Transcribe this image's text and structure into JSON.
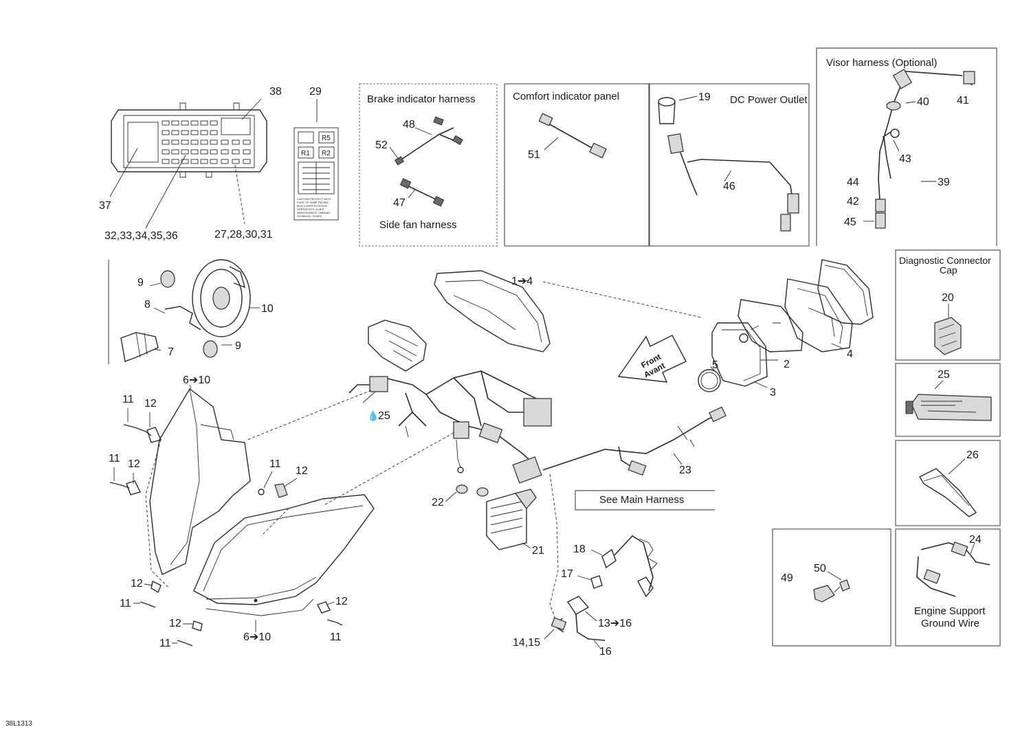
{
  "captions": {
    "brake_indicator_harness": "Brake indicator harness",
    "side_fan_harness": "Side fan harness",
    "comfort_indicator_panel": "Comfort indicator panel",
    "dc_power_outlet": "DC Power Outlet",
    "visor_harness": "Visor harness (Optional)",
    "diagnostic_cap_line1": "Diagnostic Connector",
    "diagnostic_cap_line2": "Cap",
    "see_main_harness": "See Main Harness",
    "engine_ground_line1": "Engine Support",
    "engine_ground_line2": "Ground Wire",
    "front_line1": "Front",
    "front_line2": "Avant",
    "drawing_id": "38L1313"
  },
  "callouts": {
    "c38": "38",
    "c29": "29",
    "c37": "37",
    "c3236": "32,33,34,35,36",
    "c2731": "27,28,30,31",
    "c48": "48",
    "c52": "52",
    "c47": "47",
    "c51": "51",
    "c19": "19",
    "c46": "46",
    "c40": "40",
    "c41": "41",
    "c43": "43",
    "c44": "44",
    "c42": "42",
    "c45": "45",
    "c39": "39",
    "c20": "20",
    "c25b": "25",
    "c26": "26",
    "c24": "24",
    "c49": "49",
    "c50": "50",
    "c9a": "9",
    "c8": "8",
    "c10": "10",
    "c7": "7",
    "c9b": "9",
    "c610a": "6➔10",
    "c11a": "11",
    "c12a": "12",
    "c11b": "11",
    "c12b": "12",
    "c11c": "11",
    "c12c": "12",
    "c12d": "12",
    "c11d": "11",
    "c12e": "12",
    "c11e": "11",
    "c12f": "12",
    "c11f": "11",
    "c610b": "6➔10",
    "c14": "1➔4",
    "c25a": "25",
    "c5": "5",
    "c2": "2",
    "c3": "3",
    "c4": "4",
    "c22": "22",
    "c21": "21",
    "c23": "23",
    "c18": "18",
    "c17": "17",
    "c1316": "13➔16",
    "c1415": "14,15",
    "c16": "16"
  },
  "fuse_label": {
    "r5": "R5",
    "r1": "R1",
    "r2": "R2",
    "legend": [
      "CAUTION PROTECT WITH",
      "FUSE OF SAME RATING",
      "BOX COVER POSITION",
      "OPERATOR'S GUIDE",
      "MAINTENANCE / MANUEL",
      "FUSIBLES / FUSES"
    ]
  }
}
